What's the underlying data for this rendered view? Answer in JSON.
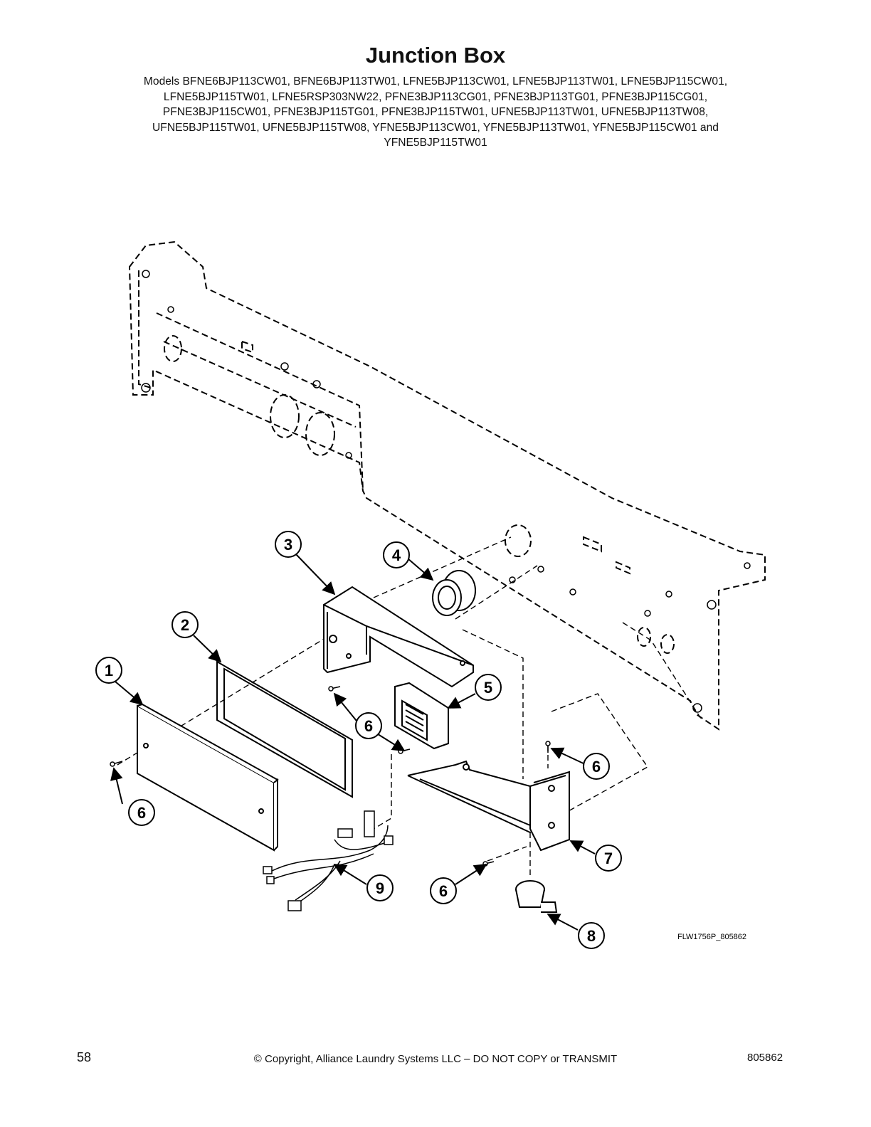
{
  "page": {
    "title": "Junction Box",
    "models_lines": [
      "Models BFNE6BJP113CW01, BFNE6BJP113TW01, LFNE5BJP113CW01, LFNE5BJP113TW01, LFNE5BJP115CW01,",
      "LFNE5BJP115TW01, LFNE5RSP303NW22, PFNE3BJP113CG01, PFNE3BJP113TG01, PFNE3BJP115CG01,",
      "PFNE3BJP115CW01, PFNE3BJP115TG01, PFNE3BJP115TW01, UFNE5BJP113TW01, UFNE5BJP113TW08,",
      "UFNE5BJP115TW01, UFNE5BJP115TW08, YFNE5BJP113CW01, YFNE5BJP113TW01, YFNE5BJP115CW01 and",
      "YFNE5BJP115TW01"
    ]
  },
  "diagram": {
    "drawing_id": "FLW1756P_805862",
    "callouts": [
      {
        "id": "c1",
        "label": "1"
      },
      {
        "id": "c2",
        "label": "2"
      },
      {
        "id": "c3",
        "label": "3"
      },
      {
        "id": "c4",
        "label": "4"
      },
      {
        "id": "c5",
        "label": "5"
      },
      {
        "id": "c6a",
        "label": "6"
      },
      {
        "id": "c6b",
        "label": "6"
      },
      {
        "id": "c6c",
        "label": "6"
      },
      {
        "id": "c6d",
        "label": "6"
      },
      {
        "id": "c7",
        "label": "7"
      },
      {
        "id": "c8",
        "label": "8"
      },
      {
        "id": "c9",
        "label": "9"
      }
    ]
  },
  "footer": {
    "page_number": "58",
    "copyright": "© Copyright, Alliance Laundry Systems LLC – DO NOT COPY or TRANSMIT",
    "doc_number": "805862"
  }
}
